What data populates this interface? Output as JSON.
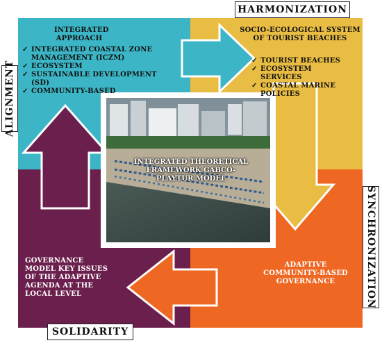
{
  "labels": {
    "harmonization": "HARMONIZATION",
    "alignment": "ALIGNMENT",
    "synchronization": "SYNCHRONIZATION",
    "solidarity": "SOLIDARITY"
  },
  "blue_panel": {
    "title": "INTEGRATED APPROACH",
    "items": [
      "INTEGRATED COASTAL ZONE MANAGEMENT (ICZM)",
      "ECOSYSTEM",
      "SUSTAINABLE DEVELOPMENT (SD)",
      "COMMUNITY-BASED"
    ]
  },
  "yellow_panel": {
    "title": "SOCIO-ECOLOGICAL SYSTEM OF TOURIST BEACHES",
    "items": [
      "TOURIST BEACHES",
      "ECOSYSTEM SERVICES",
      "COASTAL MARINE POLICIES"
    ]
  },
  "orange_panel": {
    "text": "ADAPTIVE COMMUNITY-BASED GOVERNANCE"
  },
  "purple_panel": {
    "text": "GOVERNANCE MODEL KEY ISSUES OF THE ADAPTIVE AGENDA AT THE LOCAL LEVEL"
  },
  "center": {
    "title": "INTEGRATED THEORETICAL FRAMEWORK GABCO-PLAYTUR MODEL"
  },
  "colors": {
    "blue": "#3cb6c6",
    "yellow": "#e9bd43",
    "orange": "#ee6823",
    "purple": "#6b1f4c"
  }
}
